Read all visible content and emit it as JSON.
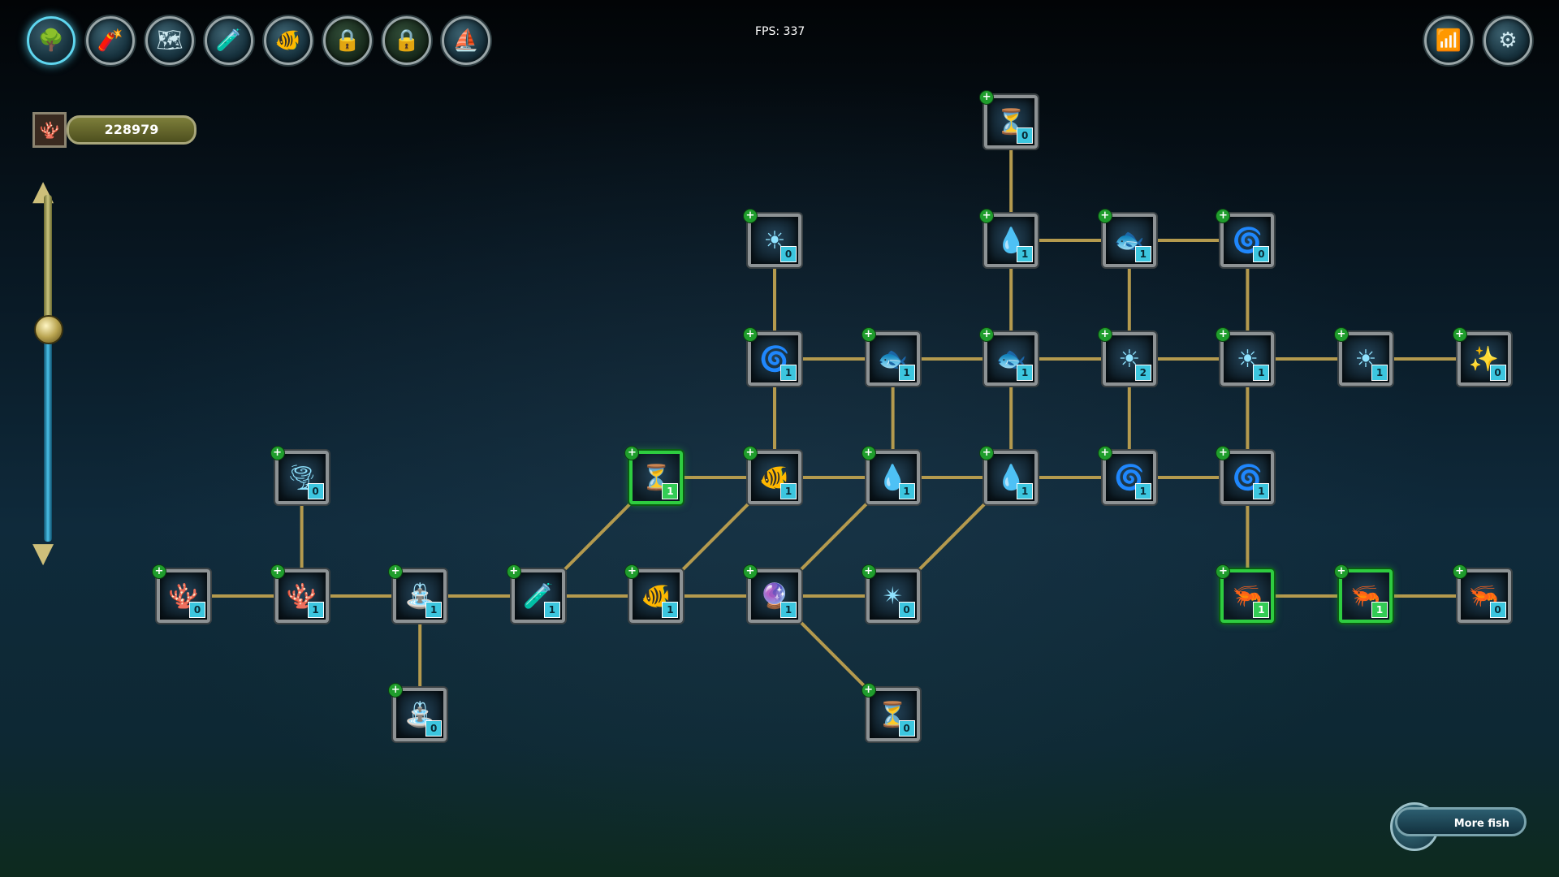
{
  "hud": {
    "fps": "FPS: 337",
    "currency": "228979",
    "more_fish_label": "More fish"
  },
  "top_bar": [
    {
      "name": "skill-tree-tab-button",
      "icon": "🌳",
      "active": true
    },
    {
      "name": "lure-tab-button",
      "icon": "🧨"
    },
    {
      "name": "map-tab-button",
      "icon": "🗺"
    },
    {
      "name": "potion-tab-button",
      "icon": "🧪"
    },
    {
      "name": "fish-tab-button",
      "icon": "🐠"
    },
    {
      "name": "locked-tab-button-1",
      "icon": "🔒",
      "locked": true
    },
    {
      "name": "locked-tab-button-2",
      "icon": "🔒",
      "locked": true
    },
    {
      "name": "ship-tab-button",
      "icon": "⛵"
    }
  ],
  "right_bar": [
    {
      "name": "stats-button",
      "icon": "📶"
    },
    {
      "name": "settings-button",
      "icon": "⚙"
    }
  ],
  "skill_tree": {
    "nodes": [
      {
        "id": "n01",
        "col": 7,
        "row": 0,
        "level": "0",
        "icon": "⏳"
      },
      {
        "id": "n02",
        "col": 5,
        "row": 1,
        "level": "0",
        "icon": "☀"
      },
      {
        "id": "n03",
        "col": 7,
        "row": 1,
        "level": "1",
        "icon": "💧"
      },
      {
        "id": "n04",
        "col": 8,
        "row": 1,
        "level": "1",
        "icon": "🐟"
      },
      {
        "id": "n05",
        "col": 9,
        "row": 1,
        "level": "0",
        "icon": "🌀"
      },
      {
        "id": "n06",
        "col": 5,
        "row": 2,
        "level": "1",
        "icon": "🌀"
      },
      {
        "id": "n07",
        "col": 6,
        "row": 2,
        "level": "1",
        "icon": "🐟"
      },
      {
        "id": "n08",
        "col": 7,
        "row": 2,
        "level": "1",
        "icon": "🐟"
      },
      {
        "id": "n09",
        "col": 8,
        "row": 2,
        "level": "2",
        "icon": "☀"
      },
      {
        "id": "n10",
        "col": 9,
        "row": 2,
        "level": "1",
        "icon": "☀"
      },
      {
        "id": "n11",
        "col": 10,
        "row": 2,
        "level": "1",
        "icon": "☀"
      },
      {
        "id": "n12",
        "col": 11,
        "row": 2,
        "level": "0",
        "icon": "✨"
      },
      {
        "id": "n13",
        "col": 1,
        "row": 3,
        "level": "0",
        "icon": "🌪"
      },
      {
        "id": "n14",
        "col": 4,
        "row": 3,
        "level": "1",
        "icon": "⏳",
        "selected": true
      },
      {
        "id": "n15",
        "col": 5,
        "row": 3,
        "level": "1",
        "icon": "🐠"
      },
      {
        "id": "n16",
        "col": 6,
        "row": 3,
        "level": "1",
        "icon": "💧"
      },
      {
        "id": "n17",
        "col": 7,
        "row": 3,
        "level": "1",
        "icon": "💧"
      },
      {
        "id": "n18",
        "col": 8,
        "row": 3,
        "level": "1",
        "icon": "🌀"
      },
      {
        "id": "n19",
        "col": 9,
        "row": 3,
        "level": "1",
        "icon": "🌀"
      },
      {
        "id": "n20",
        "col": 0,
        "row": 4,
        "level": "0",
        "icon": "🪸"
      },
      {
        "id": "n21",
        "col": 1,
        "row": 4,
        "level": "1",
        "icon": "🪸"
      },
      {
        "id": "n22",
        "col": 2,
        "row": 4,
        "level": "1",
        "icon": "⛲"
      },
      {
        "id": "n23",
        "col": 3,
        "row": 4,
        "level": "1",
        "icon": "🧪"
      },
      {
        "id": "n24",
        "col": 4,
        "row": 4,
        "level": "1",
        "icon": "🐠"
      },
      {
        "id": "n25",
        "col": 5,
        "row": 4,
        "level": "1",
        "icon": "🔮"
      },
      {
        "id": "n26",
        "col": 6,
        "row": 4,
        "level": "0",
        "icon": "✴"
      },
      {
        "id": "n27",
        "col": 9,
        "row": 4,
        "level": "1",
        "icon": "🦐",
        "selected": true
      },
      {
        "id": "n28",
        "col": 10,
        "row": 4,
        "level": "1",
        "icon": "🦐",
        "selected": true
      },
      {
        "id": "n29",
        "col": 11,
        "row": 4,
        "level": "0",
        "icon": "🦐"
      },
      {
        "id": "n30",
        "col": 2,
        "row": 5,
        "level": "0",
        "icon": "⛲"
      },
      {
        "id": "n31",
        "col": 6,
        "row": 5,
        "level": "0",
        "icon": "⏳"
      }
    ],
    "links": [
      [
        "n01",
        "n03"
      ],
      [
        "n03",
        "n04"
      ],
      [
        "n04",
        "n05"
      ],
      [
        "n02",
        "n06"
      ],
      [
        "n03",
        "n08"
      ],
      [
        "n04",
        "n09"
      ],
      [
        "n05",
        "n10"
      ],
      [
        "n06",
        "n07"
      ],
      [
        "n07",
        "n08"
      ],
      [
        "n08",
        "n09"
      ],
      [
        "n09",
        "n10"
      ],
      [
        "n10",
        "n11"
      ],
      [
        "n11",
        "n12"
      ],
      [
        "n06",
        "n15"
      ],
      [
        "n07",
        "n16"
      ],
      [
        "n08",
        "n17"
      ],
      [
        "n09",
        "n18"
      ],
      [
        "n10",
        "n19"
      ],
      [
        "n14",
        "n15"
      ],
      [
        "n15",
        "n16"
      ],
      [
        "n16",
        "n17"
      ],
      [
        "n17",
        "n18"
      ],
      [
        "n18",
        "n19"
      ],
      [
        "n13",
        "n21"
      ],
      [
        "n14",
        "n23"
      ],
      [
        "n15",
        "n24"
      ],
      [
        "n16",
        "n25"
      ],
      [
        "n17",
        "n26"
      ],
      [
        "n19",
        "n27"
      ],
      [
        "n20",
        "n21"
      ],
      [
        "n21",
        "n22"
      ],
      [
        "n22",
        "n23"
      ],
      [
        "n23",
        "n24"
      ],
      [
        "n24",
        "n25"
      ],
      [
        "n25",
        "n26"
      ],
      [
        "n27",
        "n28"
      ],
      [
        "n28",
        "n29"
      ],
      [
        "n22",
        "n30"
      ],
      [
        "n25",
        "n31"
      ]
    ]
  }
}
